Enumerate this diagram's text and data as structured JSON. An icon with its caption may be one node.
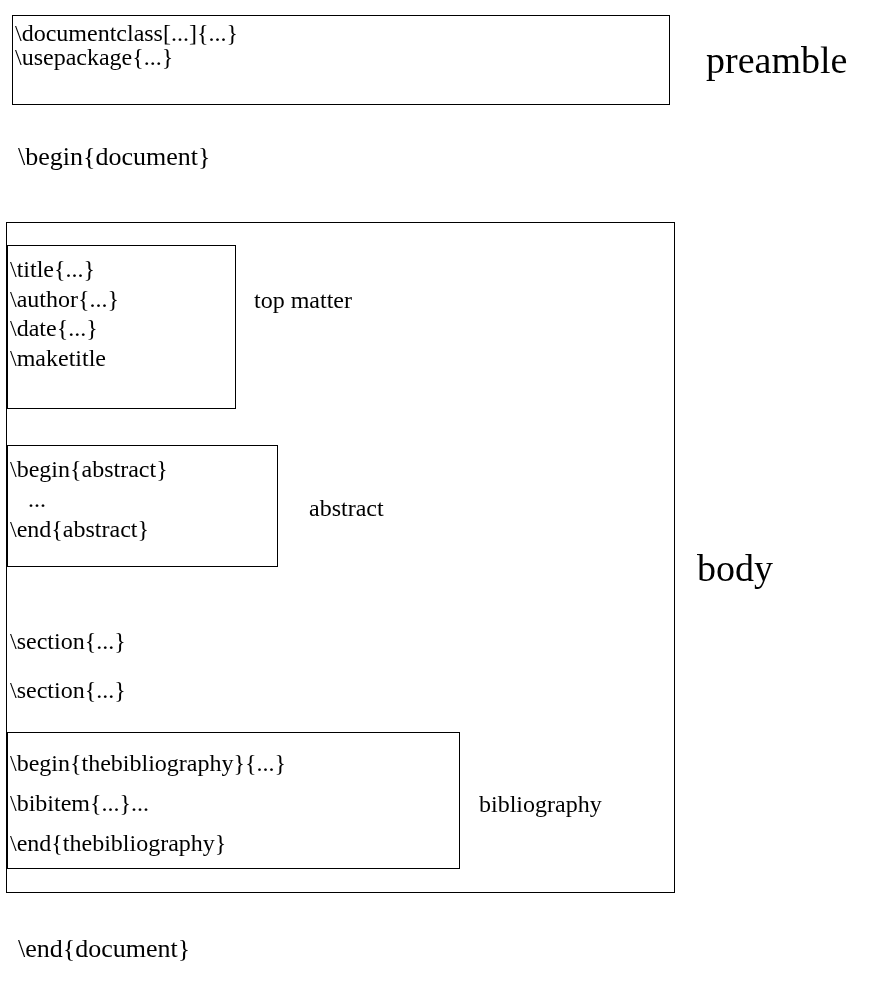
{
  "diagram": {
    "nodes": [
      {
        "text": [
          "\\documentclass[...]{...}",
          "\\usepackage{...}"
        ],
        "beside": [
          "preamble"
        ]
      },
      {
        "text": [],
        "shape": "box",
        "beside": [
          "body"
        ]
      },
      {
        "text": [
          "\\title{...}",
          "\\author{...}",
          "\\date{...}",
          "\\maketitle"
        ],
        "in": 1,
        "beside": [
          "top matter"
        ]
      },
      {
        "text": [
          "\\begin{abstract}",
          "...",
          "\\end{abstract}"
        ],
        "in": 1,
        "beside": [
          "abstract"
        ]
      },
      {
        "text": [
          "\\begin{thebibliography}{...}",
          "\\bibitem{...}...",
          "\\end{thebibliography}"
        ],
        "in": 1,
        "beside": [
          "bibliography"
        ]
      }
    ],
    "labels": [
      "\\begin{document}",
      "\\section{...}",
      "\\section{...}",
      "\\end{document}"
    ]
  }
}
